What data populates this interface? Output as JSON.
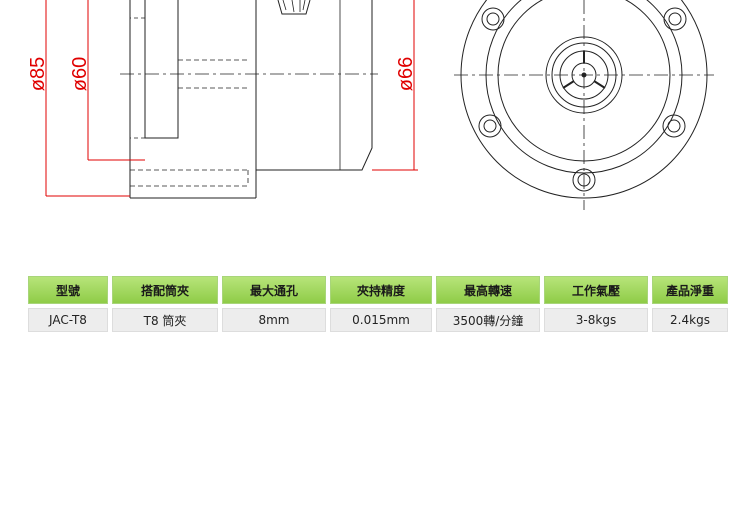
{
  "dimensions": {
    "d85": "ø85",
    "d60": "ø60",
    "d66": "ø66"
  },
  "colors": {
    "dimension_line": "#e00000",
    "outline": "#222222",
    "header_bg": "#9fd55c",
    "cell_bg": "#ededed"
  },
  "spec_table": {
    "headers": [
      "型號",
      "搭配筒夾",
      "最大通孔",
      "夾持精度",
      "最高轉速",
      "工作氣壓",
      "產品淨重"
    ],
    "row": [
      "JAC-T8",
      "T8 筒夾",
      "8mm",
      "0.015mm",
      "3500轉/分鐘",
      "3-8kgs",
      "2.4kgs"
    ]
  }
}
